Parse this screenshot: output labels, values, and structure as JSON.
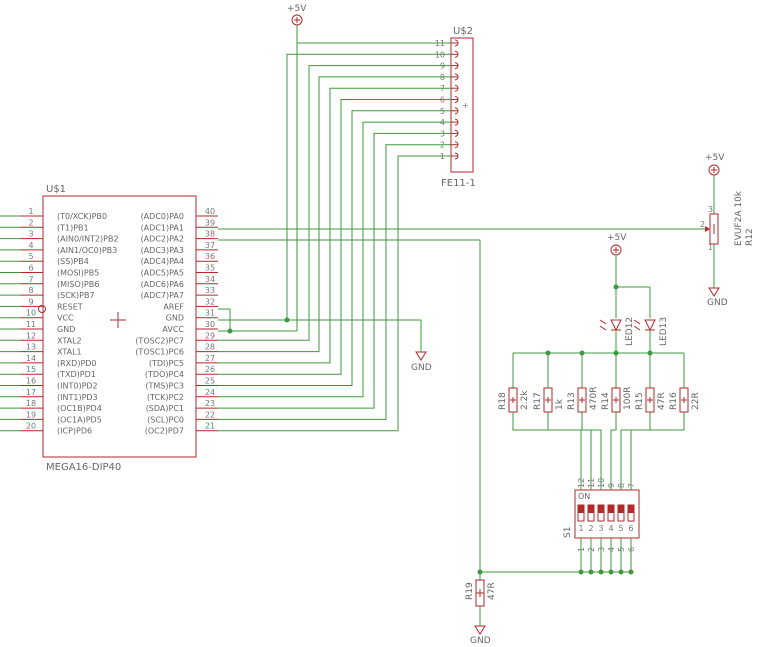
{
  "colors": {
    "wire": "#3c9a3c",
    "part": "#b22a2a",
    "text": "#666666",
    "background": "#ffffff"
  },
  "mcu": {
    "name": "U$1",
    "value": "MEGA16-DIP40",
    "left_pins": [
      {
        "num": "1",
        "label": "(T0/XCK)PB0"
      },
      {
        "num": "2",
        "label": "(T1)PB1"
      },
      {
        "num": "3",
        "label": "(AIN0/INT2)PB2"
      },
      {
        "num": "4",
        "label": "(AIN1/OC0)PB3"
      },
      {
        "num": "5",
        "label": "(SS)PB4"
      },
      {
        "num": "6",
        "label": "(MOSI)PB5"
      },
      {
        "num": "7",
        "label": "(MISO)PB6"
      },
      {
        "num": "8",
        "label": "(SCK)PB7"
      },
      {
        "num": "9",
        "label": "RESET"
      },
      {
        "num": "10",
        "label": "VCC"
      },
      {
        "num": "11",
        "label": "GND"
      },
      {
        "num": "12",
        "label": "XTAL2"
      },
      {
        "num": "13",
        "label": "XTAL1"
      },
      {
        "num": "14",
        "label": "(RXD)PD0"
      },
      {
        "num": "15",
        "label": "(TXD)PD1"
      },
      {
        "num": "16",
        "label": "(INT0)PD2"
      },
      {
        "num": "17",
        "label": "(INT1)PD3"
      },
      {
        "num": "18",
        "label": "(OC1B)PD4"
      },
      {
        "num": "19",
        "label": "(OC1A)PD5"
      },
      {
        "num": "20",
        "label": "(ICP)PD6"
      }
    ],
    "right_pins": [
      {
        "num": "40",
        "label": "(ADC0)PA0"
      },
      {
        "num": "39",
        "label": "(ADC1)PA1"
      },
      {
        "num": "38",
        "label": "(ADC2)PA2"
      },
      {
        "num": "37",
        "label": "(ADC3)PA3"
      },
      {
        "num": "36",
        "label": "(ADC4)PA4"
      },
      {
        "num": "35",
        "label": "(ADC5)PA5"
      },
      {
        "num": "34",
        "label": "(ADC6)PA6"
      },
      {
        "num": "33",
        "label": "(ADC7)PA7"
      },
      {
        "num": "32",
        "label": "AREF"
      },
      {
        "num": "31",
        "label": "GND"
      },
      {
        "num": "30",
        "label": "AVCC"
      },
      {
        "num": "29",
        "label": "(TOSC2)PC7"
      },
      {
        "num": "28",
        "label": "(TOSC1)PC6"
      },
      {
        "num": "27",
        "label": "(TDI)PC5"
      },
      {
        "num": "26",
        "label": "(TDO)PC4"
      },
      {
        "num": "25",
        "label": "(TMS)PC3"
      },
      {
        "num": "24",
        "label": "(TCK)PC2"
      },
      {
        "num": "23",
        "label": "(SDA)PC1"
      },
      {
        "num": "22",
        "label": "(SCL)PC0"
      },
      {
        "num": "21",
        "label": "(OC2)PD7"
      }
    ]
  },
  "connector": {
    "name": "U$2",
    "value": "FE11-1",
    "pins": [
      "11",
      "10",
      "9",
      "8",
      "7",
      "6",
      "5",
      "4",
      "3",
      "2",
      "1"
    ]
  },
  "pot": {
    "name": "R12",
    "value": "EVUF2A 10k",
    "pin1": "1",
    "pin2": "2",
    "pin3": "3"
  },
  "leds": [
    {
      "name": "LED12"
    },
    {
      "name": "LED13"
    }
  ],
  "resistors": [
    {
      "name": "R18",
      "value": "2.2k"
    },
    {
      "name": "R17",
      "value": "1k"
    },
    {
      "name": "R13",
      "value": "470R"
    },
    {
      "name": "R14",
      "value": "100R"
    },
    {
      "name": "R15",
      "value": "47R"
    },
    {
      "name": "R16",
      "value": "22R"
    }
  ],
  "dip_switch": {
    "name": "S1",
    "on_label": "ON",
    "top_pins": [
      "12",
      "11",
      "10",
      "9",
      "8",
      "7"
    ],
    "bottom_pins": [
      "1",
      "2",
      "3",
      "4",
      "5",
      "6"
    ],
    "switch_nums": [
      "1",
      "2",
      "3",
      "4",
      "5",
      "6"
    ]
  },
  "r19": {
    "name": "R19",
    "value": "47R"
  },
  "power": {
    "vcc": "+5V",
    "gnd": "GND"
  }
}
